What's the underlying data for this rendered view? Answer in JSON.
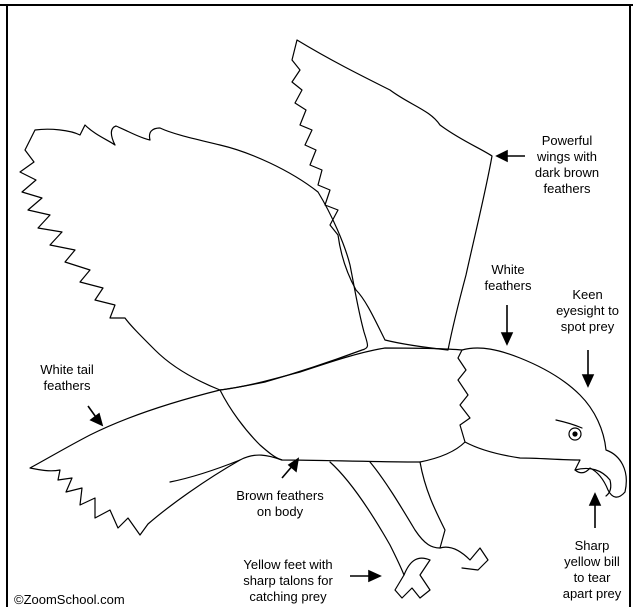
{
  "labels": {
    "wings": "Powerful\nwings with\ndark brown\nfeathers",
    "white_feathers": "White\nfeathers",
    "eyesight": "Keen\neyesight to\nspot prey",
    "tail": "White tail\nfeathers",
    "body": "Brown feathers\non body",
    "feet": "Yellow feet with\nsharp talons for\ncatching prey",
    "bill": "Sharp\nyellow bill\nto tear\napart prey"
  },
  "copyright": "©ZoomSchool.com"
}
